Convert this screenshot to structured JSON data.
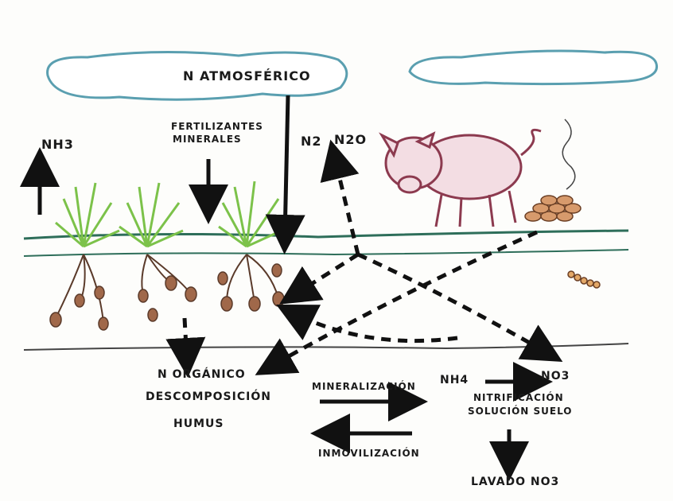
{
  "labels": {
    "atmosferico": "N ATMOSFÉRICO",
    "nh3": "NH3",
    "fertilizantes": "FERTILIZANTES",
    "minerales": "MINERALES",
    "n2": "N2",
    "n2o": "N2O",
    "n_organico": "N ORGÁNICO",
    "descomposicion": "DESCOMPOSICIÓN",
    "humus": "HUMUS",
    "mineralizacion": "MINERALIZACIÓN",
    "inmovilizacion": "INMOVILIZACIÓN",
    "nh4": "NH4",
    "no3": "NO3",
    "nitrificacion": "NITRIFICACIÓN",
    "solucion_suelo": "SOLUCIÓN SUELO",
    "lavado": "LAVADO NO3"
  },
  "colors": {
    "cloud": "#5a9fb0",
    "ground_line": "#2e6e5a",
    "plant": "#7cc24a",
    "root_nodule": "#8a5a3c",
    "pig": "#8c3a4f",
    "arrow": "#111111"
  },
  "icons": [
    "cloud",
    "plant",
    "pig",
    "manure-pile",
    "earthworm"
  ]
}
